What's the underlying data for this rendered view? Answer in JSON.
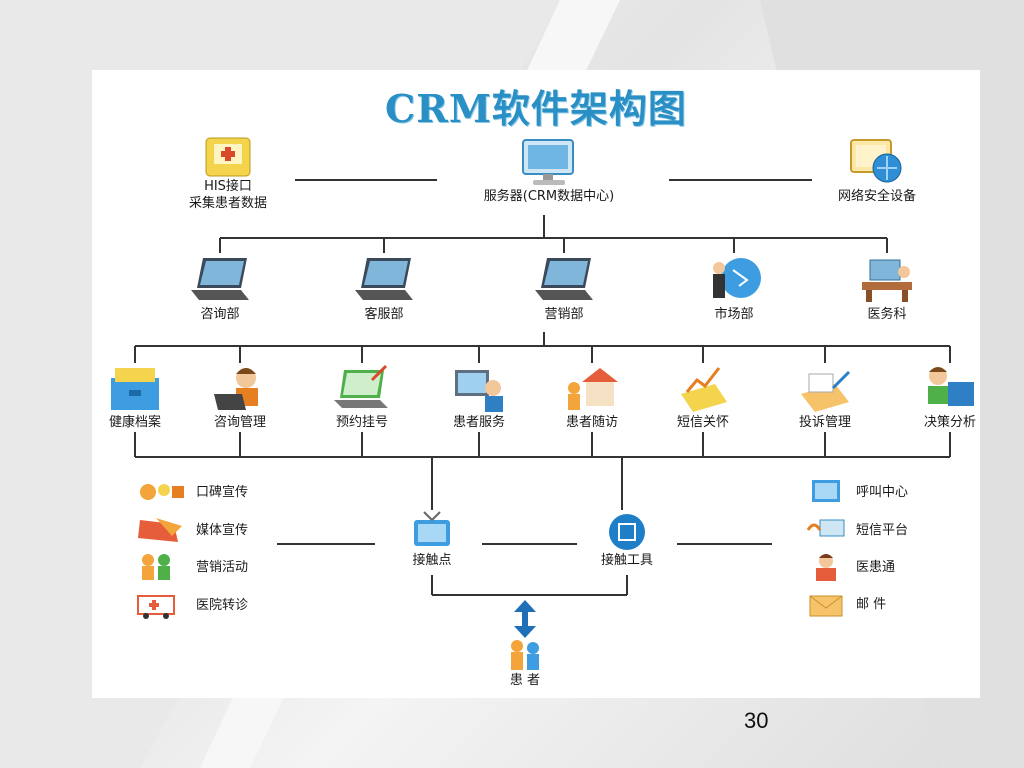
{
  "title": "CRM软件架构图",
  "top": {
    "his_line1": "HIS接口",
    "his_line2": "采集患者数据",
    "server": "服务器(CRM数据中心)",
    "security": "网络安全设备"
  },
  "departments": [
    "咨询部",
    "客服部",
    "营销部",
    "市场部",
    "医务科"
  ],
  "functions": [
    "健康档案",
    "咨询管理",
    "预约挂号",
    "患者服务",
    "患者随访",
    "短信关怀",
    "投诉管理",
    "决策分析"
  ],
  "left_channels": [
    "口碑宣传",
    "媒体宣传",
    "营销活动",
    "医院转诊"
  ],
  "right_channels": [
    "呼叫中心",
    "短信平台",
    "医患通",
    "邮 件"
  ],
  "touchpoint": "接触点",
  "touch_tool": "接触工具",
  "patient": "患 者",
  "page_number": "30",
  "colors": {
    "title": "#2a8fc4",
    "line": "#333333",
    "accent_blue": "#1e7fc8"
  }
}
